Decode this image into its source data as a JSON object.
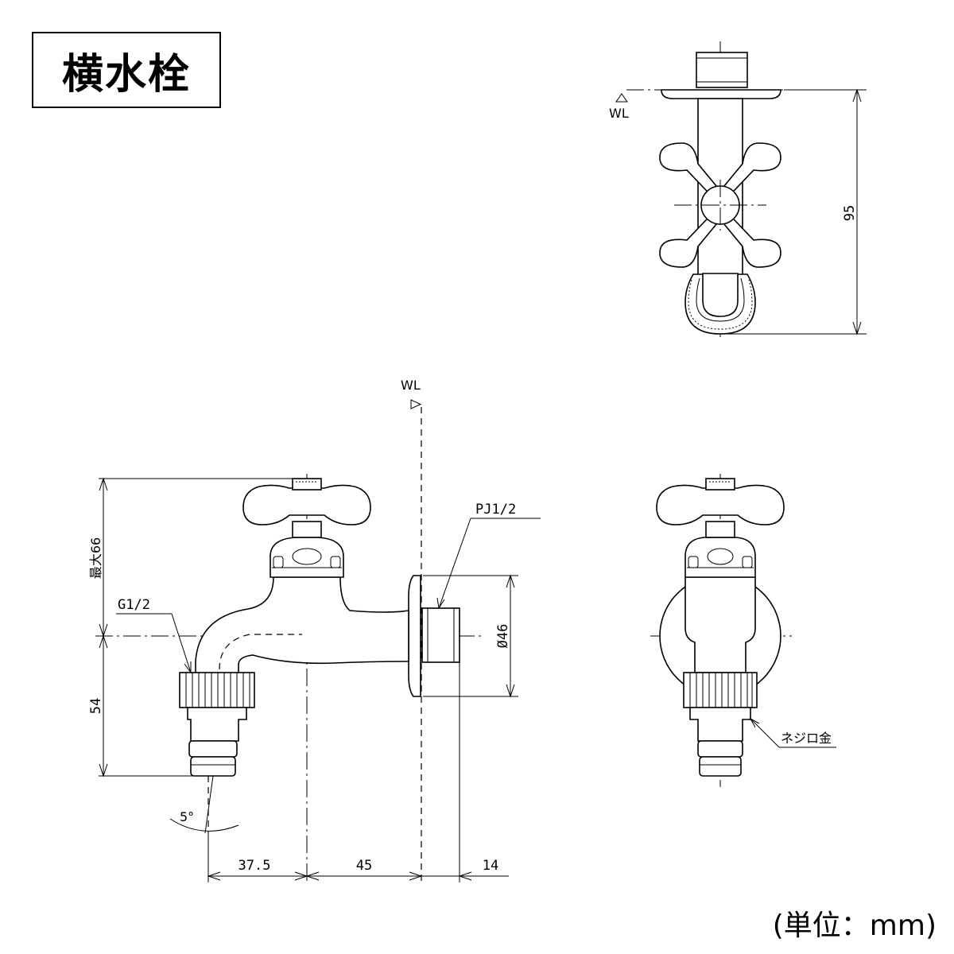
{
  "title": "横水栓",
  "unit": "(単位：mm)",
  "labels": {
    "wl_top": "WL",
    "wl_side": "WL",
    "pj": "PJ1/2",
    "g": "G1/2",
    "nejiro": "ネジロ金",
    "angle": "5°"
  },
  "dimensions": {
    "height_95": "95",
    "max_66": "最大66",
    "d54": "54",
    "dia46": "Ø46",
    "d37_5": "37.5",
    "d45": "45",
    "d14": "14"
  }
}
